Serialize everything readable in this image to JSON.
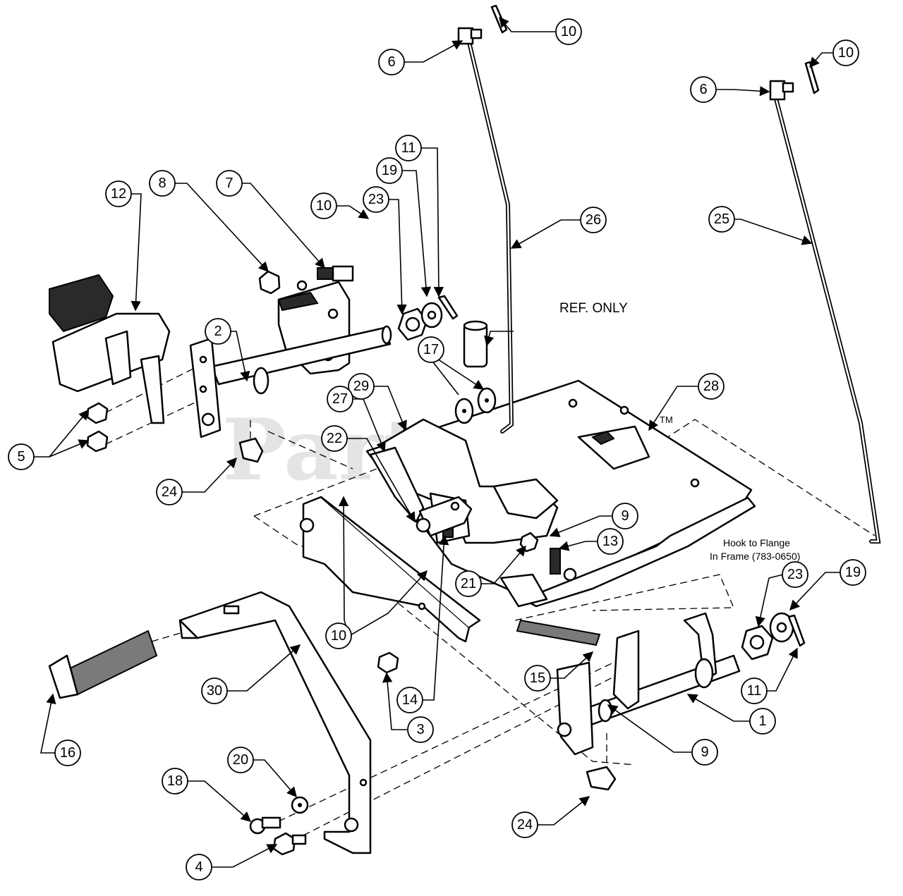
{
  "watermark": "PartsTree",
  "watermark_tm": "TM",
  "note_ref": "REF. ONLY",
  "note_hook_1": "Hook to Flange",
  "note_hook_2": "In Frame (783-0650)",
  "callouts": [
    "10",
    "6",
    "10",
    "6",
    "12",
    "8",
    "7",
    "10",
    "23",
    "19",
    "11",
    "26",
    "25",
    "2",
    "17",
    "29",
    "27",
    "28",
    "5",
    "24",
    "22",
    "9",
    "13",
    "21",
    "10",
    "23",
    "19",
    "15",
    "30",
    "14",
    "3",
    "11",
    "1",
    "16",
    "9",
    "20",
    "18",
    "24",
    "4"
  ]
}
